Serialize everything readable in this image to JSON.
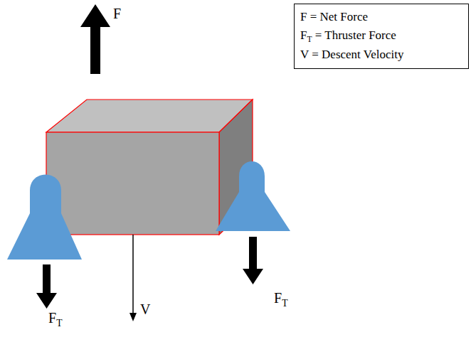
{
  "diagram": {
    "nodes": [
      {
        "text": [
          "F = Net Force",
          "FT = Thruster Force",
          "V = Descent Velocity"
        ]
      }
    ],
    "labels": [
      "F",
      "FT",
      "FT",
      "V"
    ]
  }
}
